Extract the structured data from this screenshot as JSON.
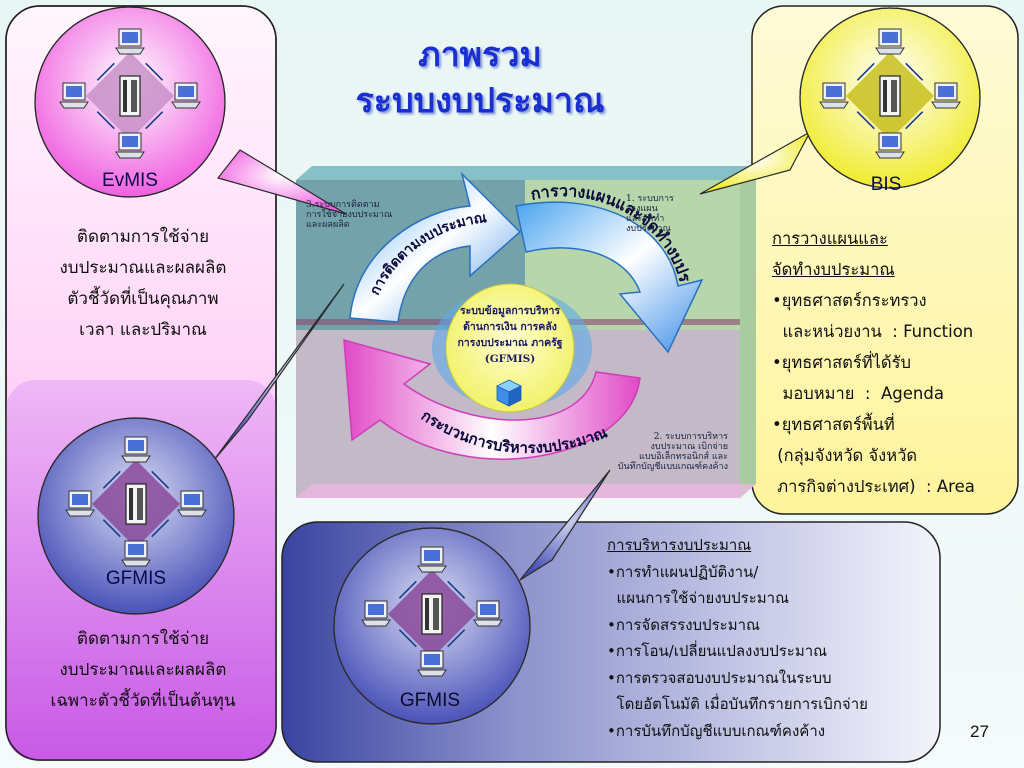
{
  "title": {
    "line1": "ภาพรวม",
    "line2": "ระบบงบประมาณ"
  },
  "left_top": {
    "label": "EvMIS",
    "lines": [
      "ติดตามการใช้จ่าย",
      "งบประมาณและผลผลิต",
      "ตัวชี้วัดที่เป็นคุณภาพ",
      "เวลา และปริมาณ"
    ]
  },
  "left_bottom": {
    "label": "GFMIS",
    "lines": [
      "ติดตามการใช้จ่าย",
      "งบประมาณและผลผลิต",
      "เฉพาะตัวชี้วัดที่เป็นต้นทุน"
    ]
  },
  "right_panel": {
    "label": "BIS",
    "heading1": "การวางแผนและ",
    "heading2": "จัดทำงบประมาณ",
    "items": [
      "•ยุทธศาสตร์กระทรวง",
      "  และหน่วยงาน  : Function",
      "•ยุทธศาสตร์ที่ได้รับ",
      "  มอบหมาย  :  Agenda",
      "•ยุทธศาสตร์พื้นที่",
      " (กลุ่มจังหวัด จังหวัด",
      " ภารกิจต่างประเทศ)  : Area"
    ]
  },
  "bottom_panel": {
    "label": "GFMIS",
    "heading": "การบริหารงบประมาณ",
    "items": [
      "•การทำแผนปฏิบัติงาน/",
      "  แผนการใช้จ่ายงบประมาณ",
      "•การจัดสรรงบประมาณ",
      "•การโอน/เปลี่ยนแปลงงบประมาณ",
      "•การตรวจสอบงบประมาณในระบบ",
      "  โดยอัตโนมัติ เมื่อบันทึกรายการเบิกจ่าย",
      "•การบันทึกบัญชีแบบเกณฑ์คงค้าง"
    ]
  },
  "cycle": {
    "arrow_planning": "การวางแผนและจัดทำงบประมาณ",
    "arrow_monitoring": "การติดตามงบประมาณ",
    "arrow_admin": "กระบวนการบริหารงบประมาณ",
    "center": [
      "ระบบข้อมูลการบริหาร",
      "ด้านการเงิน การคลัง",
      "การงบประมาณ ภาครัฐ",
      "(GFMIS)"
    ],
    "note1": [
      "1. ระบบการ",
      "วางแผน",
      "และจัดทำ",
      "งบประมาณ"
    ],
    "note2": [
      "2. ระบบการบริหาร",
      "งบประมาณ เบิกจ่าย",
      "แบบอิเล็กทรอนิกส์ และ",
      "บันทึกบัญชีแบบเกณฑ์คงค้าง"
    ],
    "note3": [
      "3.ระบบการติดตาม",
      "การใช้จ่ายงบประมาณ",
      "และผลผลิต"
    ]
  },
  "colors": {
    "left_top_fill": "#ff9cf0",
    "left_bottom_fill": "#d870ec",
    "right_fill": "#fdf680",
    "bottom_fill": "#4a54a8",
    "title": "#1a2fd0"
  },
  "page_number": "27"
}
